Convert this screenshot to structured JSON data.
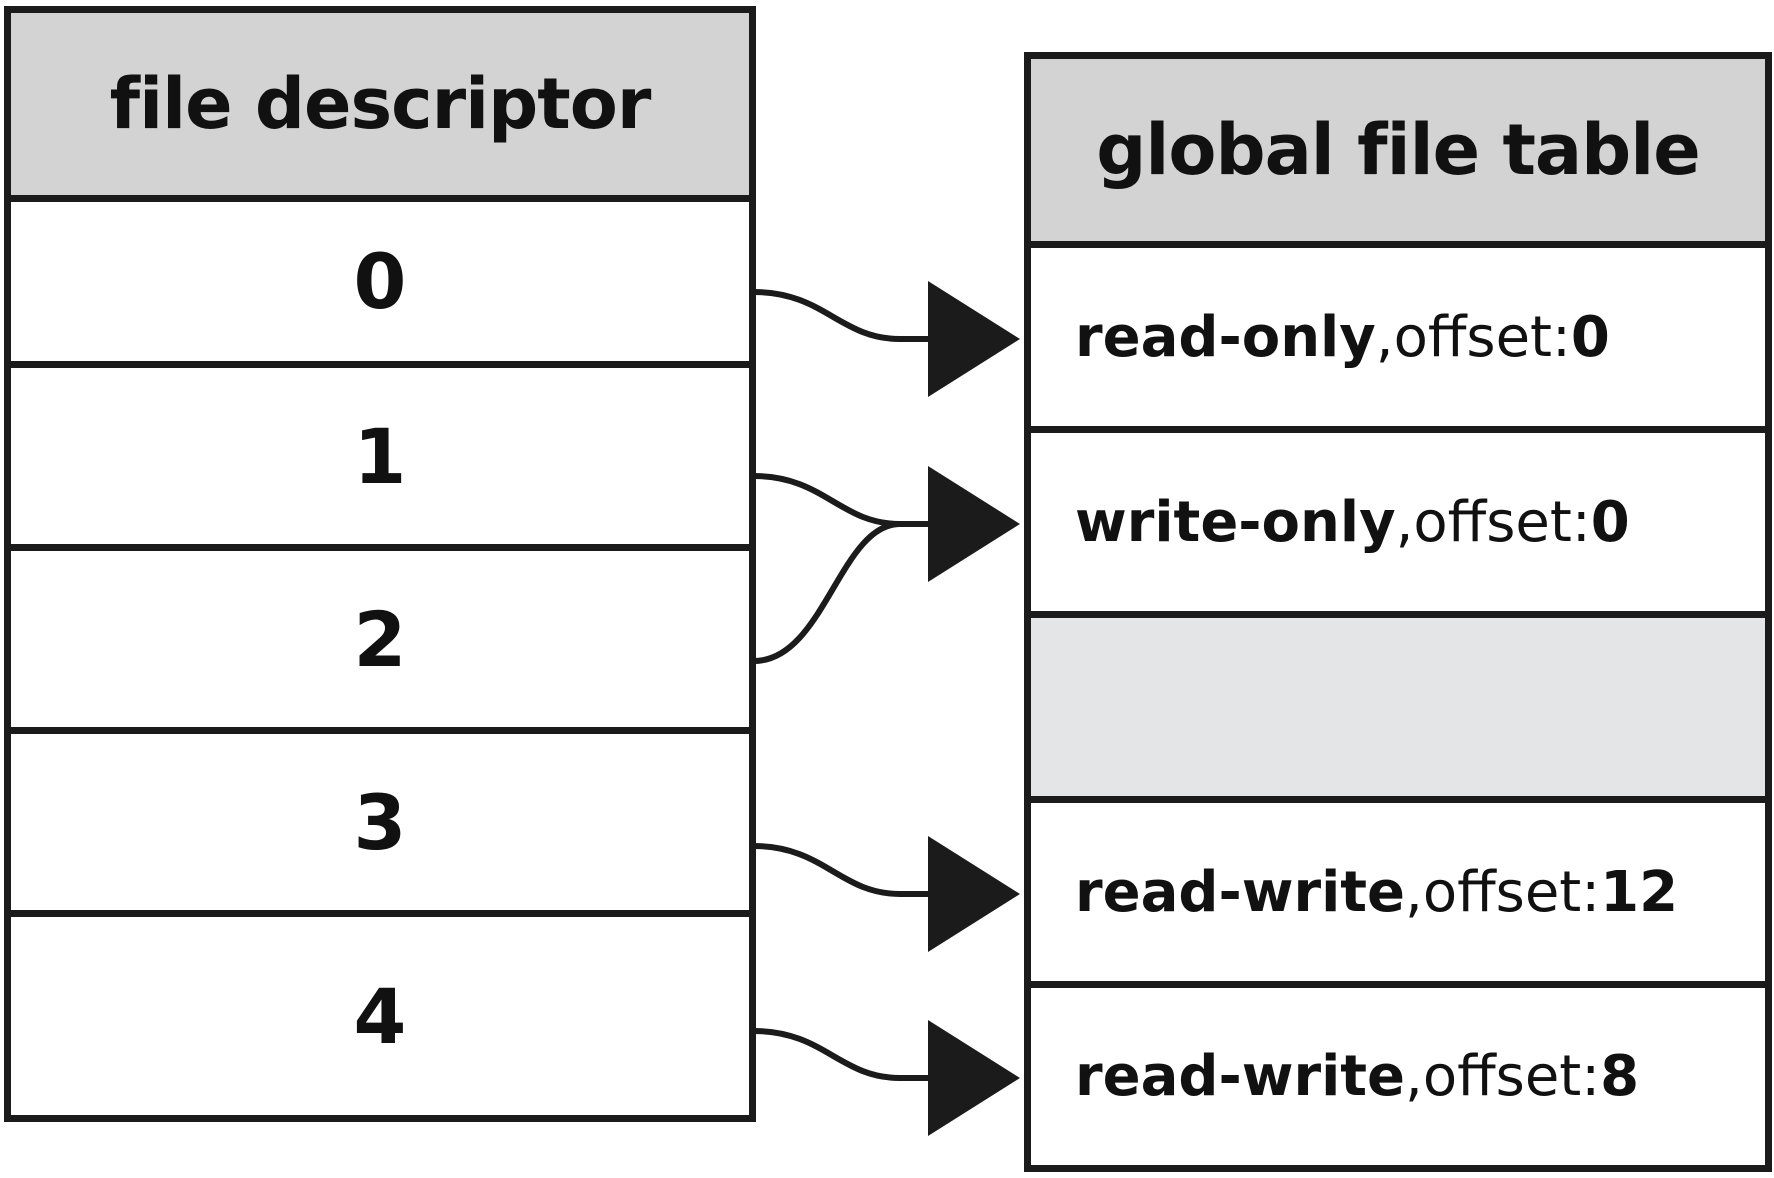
{
  "fd_table": {
    "header": "file descriptor",
    "rows": [
      "0",
      "1",
      "2",
      "3",
      "4"
    ]
  },
  "global_file_table": {
    "header": "global file table",
    "entries": [
      {
        "mode": "read-only",
        "sep": ", ",
        "offset_label": "offset: ",
        "offset": "0"
      },
      {
        "mode": "write-only",
        "sep": ", ",
        "offset_label": "offset: ",
        "offset": "0"
      },
      {
        "mode": "",
        "sep": "",
        "offset_label": "",
        "offset": ""
      },
      {
        "mode": "read-write",
        "sep": ", ",
        "offset_label": "offset: ",
        "offset": "12"
      },
      {
        "mode": "read-write",
        "sep": ", ",
        "offset_label": "offset: ",
        "offset": "8"
      }
    ]
  },
  "mappings": [
    {
      "from": 0,
      "to": 0
    },
    {
      "from": 1,
      "to": 1
    },
    {
      "from": 2,
      "to": 1
    },
    {
      "from": 3,
      "to": 3
    },
    {
      "from": 4,
      "to": 4
    }
  ],
  "colors": {
    "header_fill": "#d3d3d3",
    "empty_entry_fill": "#e4e5e7",
    "line": "#1b1b1b"
  }
}
